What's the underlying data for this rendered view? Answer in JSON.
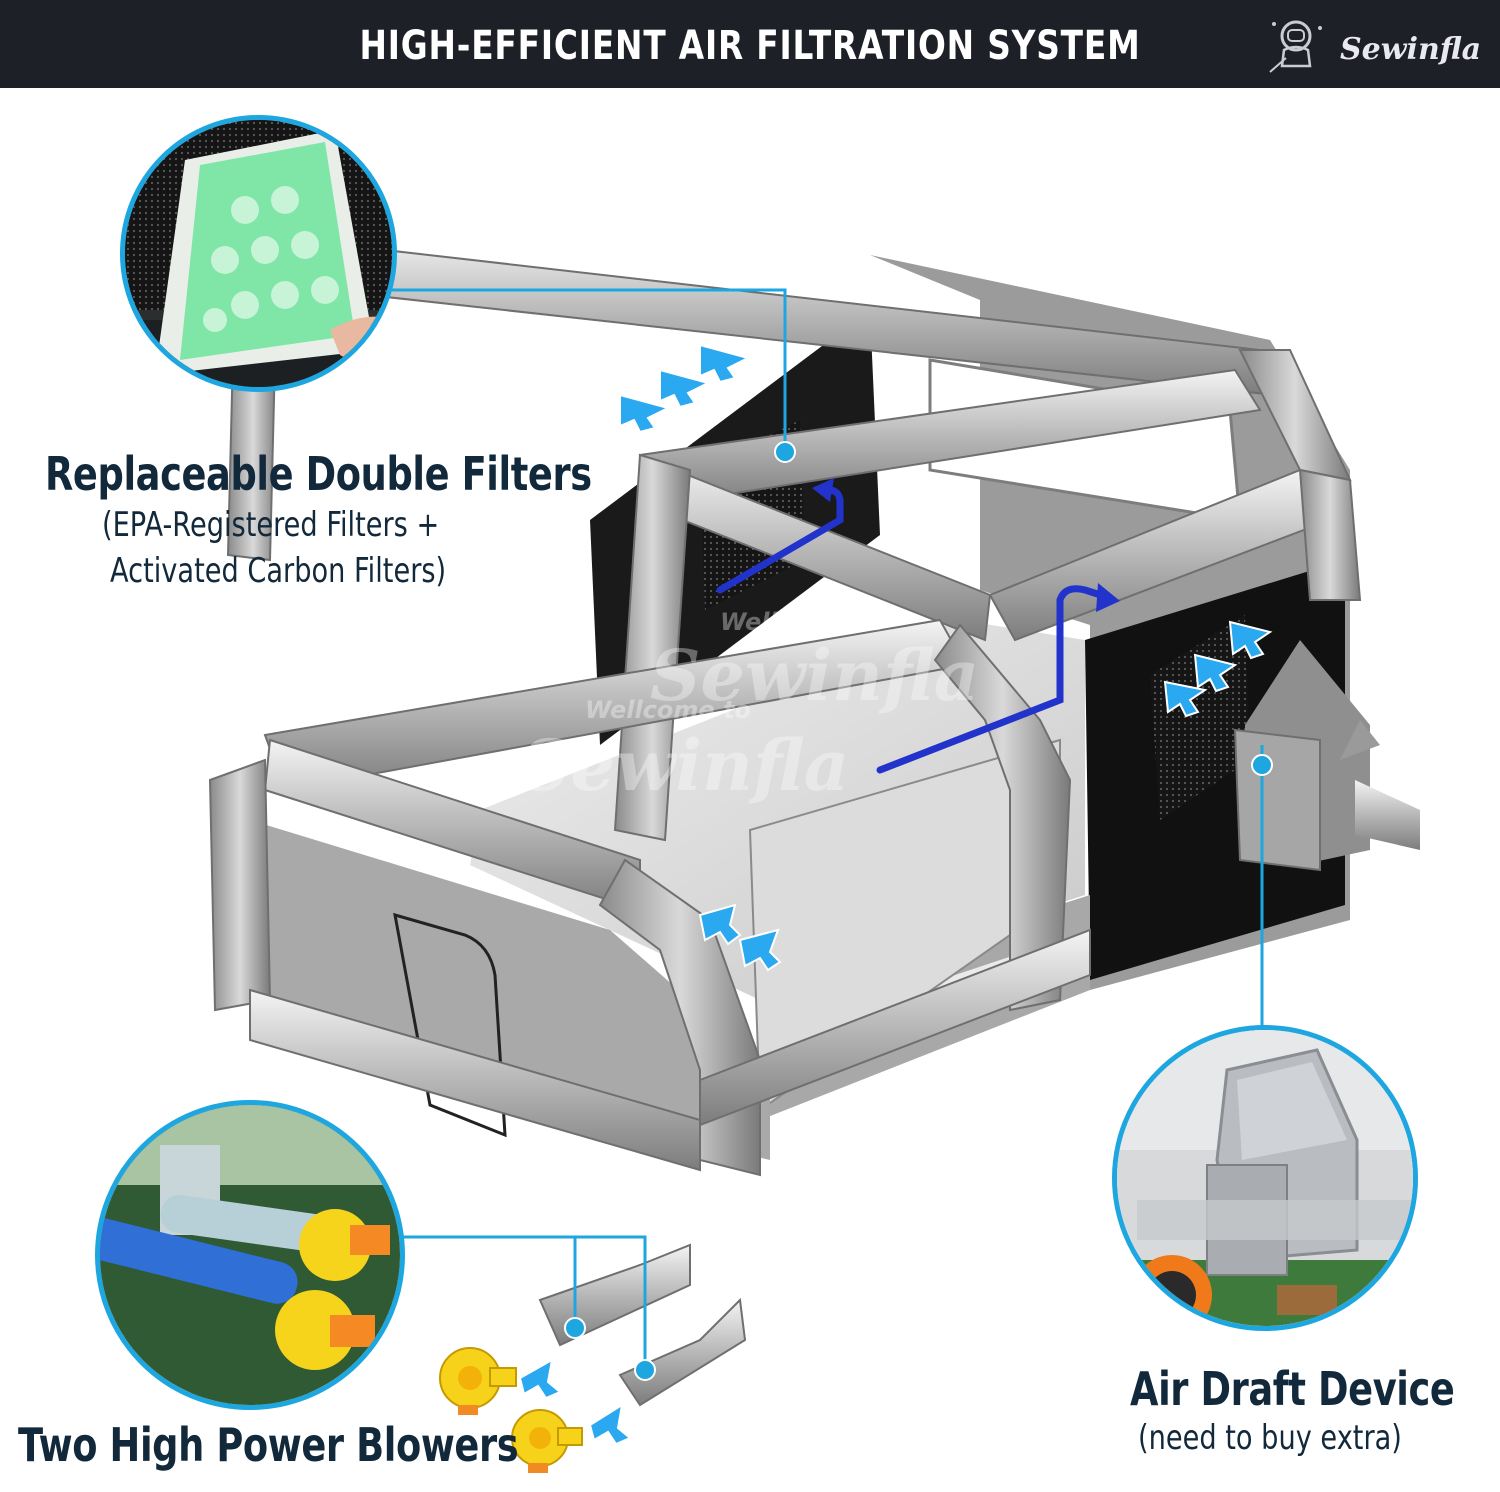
{
  "header": {
    "title": "HIGH-EFFICIENT AIR FILTRATION SYSTEM",
    "brand": "Sewinfla"
  },
  "callouts": {
    "filters": {
      "title": "Replaceable Double Filters",
      "line1": "(EPA-Registered Filters +",
      "line2": "Activated Carbon Filters)"
    },
    "blowers": {
      "title": "Two High Power Blowers"
    },
    "draft": {
      "title": "Air Draft Device",
      "note": "(need to buy extra)"
    }
  },
  "watermark": {
    "line1": "Wellcome to",
    "line2": "Sewinfla"
  },
  "colors": {
    "accent": "#1da6df",
    "header_bg": "#1d2027",
    "label_text": "#12283b",
    "airflow_arrow": "#2aa8f0",
    "airflow_path": "#2233cc"
  }
}
